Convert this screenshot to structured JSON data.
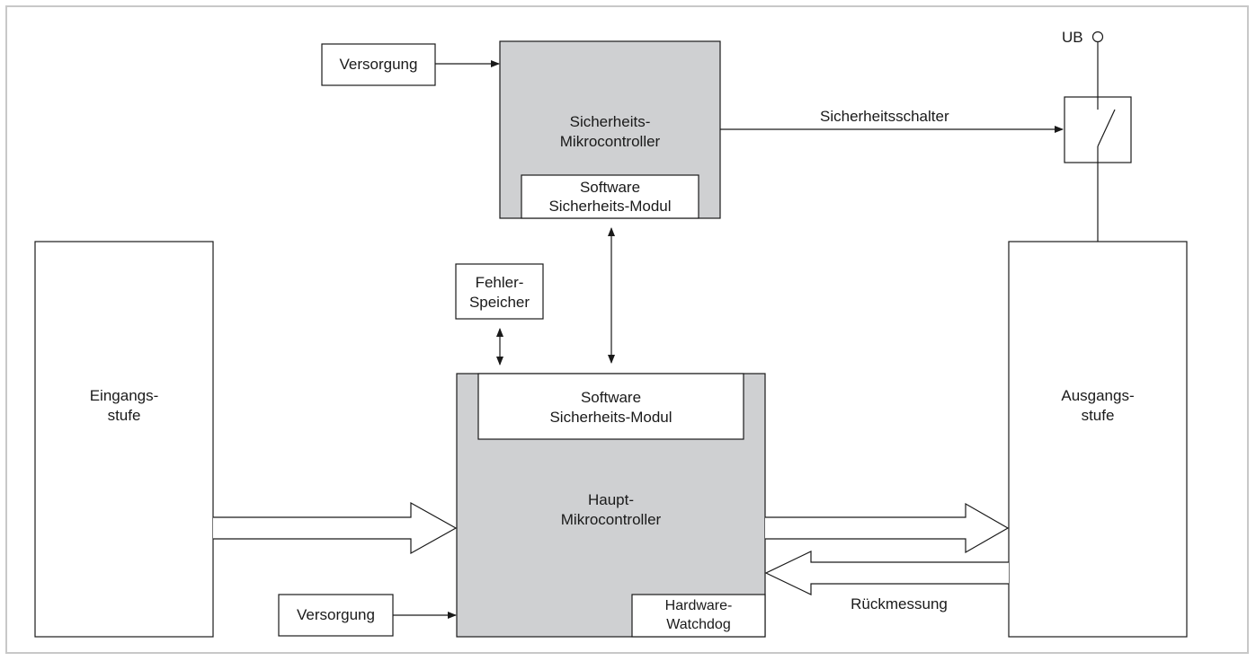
{
  "diagram": {
    "supply_top": "Versorgung",
    "supply_bottom": "Versorgung",
    "safety_mcu": {
      "line1": "Sicherheits-",
      "line2": "Mikrocontroller"
    },
    "safety_mcu_module": {
      "line1": "Software",
      "line2": "Sicherheits-Modul"
    },
    "safety_switch_label": "Sicherheitsschalter",
    "ub_label": "UB",
    "input_stage": {
      "line1": "Eingangs-",
      "line2": "stufe"
    },
    "output_stage": {
      "line1": "Ausgangs-",
      "line2": "stufe"
    },
    "error_memory": {
      "line1": "Fehler-",
      "line2": "Speicher"
    },
    "main_mcu_module": {
      "line1": "Software",
      "line2": "Sicherheits-Modul"
    },
    "main_mcu": {
      "line1": "Haupt-",
      "line2": "Mikrocontroller"
    },
    "hw_watchdog": {
      "line1": "Hardware-",
      "line2": "Watchdog"
    },
    "feedback_label": "Rückmessung",
    "colors": {
      "mcu_fill": "#cfd0d2",
      "stroke": "#1a1a1a",
      "frame": "#c8c8c8"
    }
  }
}
